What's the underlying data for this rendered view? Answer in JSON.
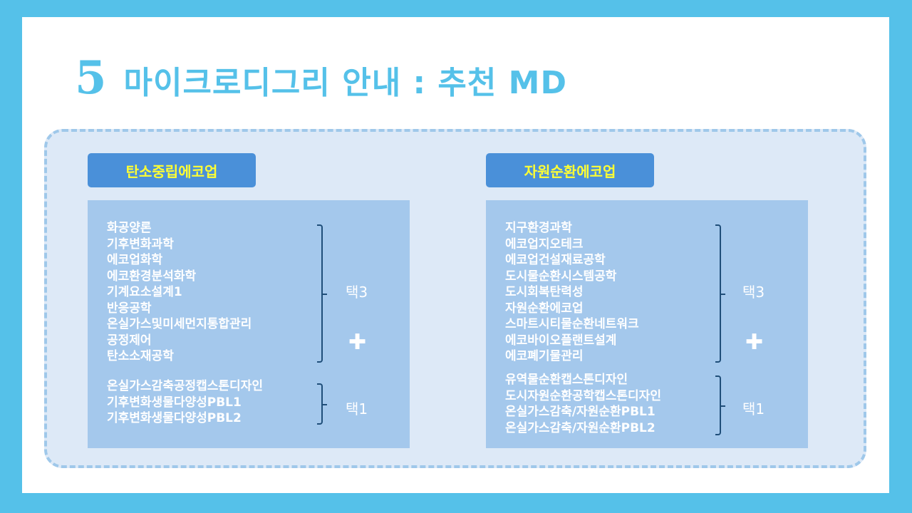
{
  "title": {
    "number": "5",
    "text": "마이크로디그리 안내 : 추천 MD"
  },
  "left": {
    "heading": "탄소중립에코업",
    "group1": [
      "화공양론",
      "기후변화과학",
      "에코업화학",
      "에코환경분석화학",
      "기계요소설계1",
      "반응공학",
      "온실가스및미세먼지통합관리",
      "공정제어",
      "탄소소재공학"
    ],
    "group1_pick": "택3",
    "plus": "✚",
    "group2": [
      "온실가스감축공정캡스톤디자인",
      "기후변화생물다양성PBL1",
      "기후변화생물다양성PBL2"
    ],
    "group2_pick": "택1"
  },
  "right": {
    "heading": "자원순환에코업",
    "group1": [
      "지구환경과학",
      "에코업지오테크",
      "에코업건설재료공학",
      "도시물순환시스템공학",
      "도시회복탄력성",
      "자원순환에코업",
      "스마트시티물순환네트워크",
      "에코바이오플랜트설계",
      "에코폐기물관리"
    ],
    "group1_pick": "택3",
    "plus": "✚",
    "group2": [
      "유역물순환캡스톤디자인",
      "도시자원순환공학캡스톤디자인",
      "온실가스감축/자원순환PBL1",
      "온실가스감축/자원순환PBL2"
    ],
    "group2_pick": "택1"
  },
  "colors": {
    "frame": "#55c1e9",
    "title": "#55c1e9",
    "tab": "#4a90d9",
    "tab_text": "#ffff33",
    "box": "#a4c8ec",
    "panel": "#dde9f7",
    "brace": "#1f4e79"
  }
}
